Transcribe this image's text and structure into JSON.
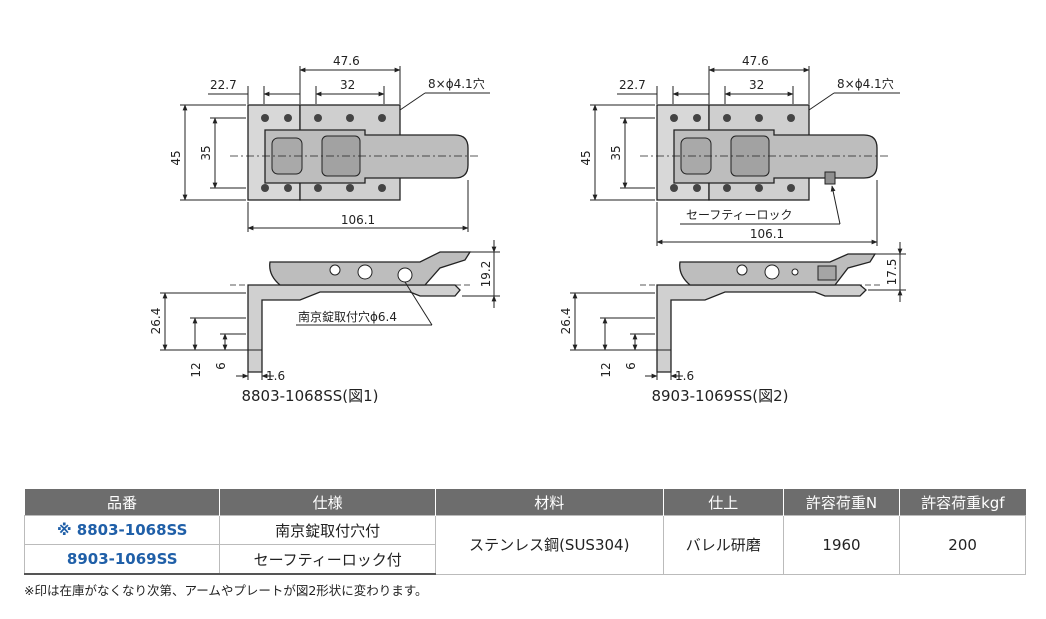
{
  "figure1": {
    "dims": {
      "d_top_left": "22.7",
      "d_top_width": "47.6",
      "d_top_inner": "32",
      "d_holes": "8×ϕ4.1穴",
      "d_h45": "45",
      "d_h35": "35",
      "d_length": "106.1",
      "d_height": "19.2",
      "d_mount": "26.4",
      "d_12": "12",
      "d_6": "6",
      "d_thick": "1.6",
      "callout": "南京錠取付穴ϕ6.4"
    },
    "caption": "8803-1068SS(図1)"
  },
  "figure2": {
    "dims": {
      "d_top_left": "22.7",
      "d_top_width": "47.6",
      "d_top_inner": "32",
      "d_holes": "8×ϕ4.1穴",
      "d_h45": "45",
      "d_h35": "35",
      "d_length": "106.1",
      "d_height": "17.5",
      "d_mount": "26.4",
      "d_12": "12",
      "d_6": "6",
      "d_thick": "1.6",
      "callout": "セーフティーロック"
    },
    "caption": "8903-1069SS(図2)"
  },
  "table": {
    "headers": [
      "品番",
      "仕様",
      "材料",
      "仕上",
      "許容荷重N",
      "許容荷重kgf"
    ],
    "rows": [
      {
        "part": "※ 8803-1068SS",
        "spec": "南京錠取付穴付"
      },
      {
        "part": "8903-1069SS",
        "spec": "セーフティーロック付"
      }
    ],
    "material": "ステンレス鋼(SUS304)",
    "finish": "バレル研磨",
    "load_n": "1960",
    "load_kgf": "200"
  },
  "note": "※印は在庫がなくなり次第、アームやプレートが図2形状に変わります。"
}
